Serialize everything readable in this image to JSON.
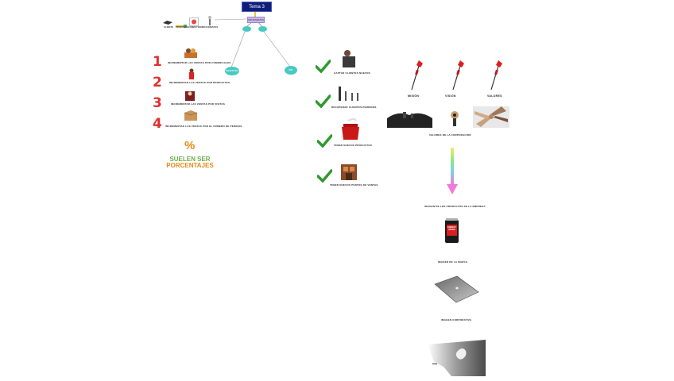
{
  "title": "Tema 3",
  "center_node": "INSTRUMENTOS",
  "oval_left": "OBJETIVOS",
  "oval_right": "KPI",
  "top_icons": [
    "CLIENTE",
    "PRODUCTO",
    "COMPETIDOR",
    "ACCIONISTAS"
  ],
  "objectives": [
    {
      "num": "1",
      "text": "INCREMENTAR LAS VENTAS POR COMERCIALES"
    },
    {
      "num": "2",
      "text": "INCREMENTAR LAS VENTAS POR PRODUCTOS"
    },
    {
      "num": "3",
      "text": "INCREMENTAR LAS VENTAS POR VISITAS"
    },
    {
      "num": "4",
      "text": "INCREMENTAR LAS VENTAS POR EL NÚMERO DE PEDIDOS"
    }
  ],
  "percent_symbol": "%",
  "suelen_line1": "SUELEN SER",
  "suelen_line2": "PORCENTAJES",
  "checks": [
    "CAPTAR CLIENTES NUEVOS",
    "RECUPERAR CLIENTES PERDIDOS",
    "TENER NUEVOS PRODUCTOS",
    "TENER NUEVOS PUNTOS DE VENTAS"
  ],
  "darts": [
    "MISIÓN",
    "VISIÓN",
    "VALORES"
  ],
  "valores_corp": "VALORES DE LA CORPORACIÓN",
  "imagen_productos": "IMAGEN DE LOS PRODUCTOS DE LA EMPRESA",
  "imagen_marca": "IMAGEN DE LA MARCA",
  "imagen_corporativa": "IMAGEN CORPORATIVA",
  "can_text": "ENERGY DRINK",
  "colors": {
    "title_bg": "#0f1e7a",
    "teal": "#48c9c0",
    "check": "#2f9a2f",
    "number": "#e03030"
  }
}
